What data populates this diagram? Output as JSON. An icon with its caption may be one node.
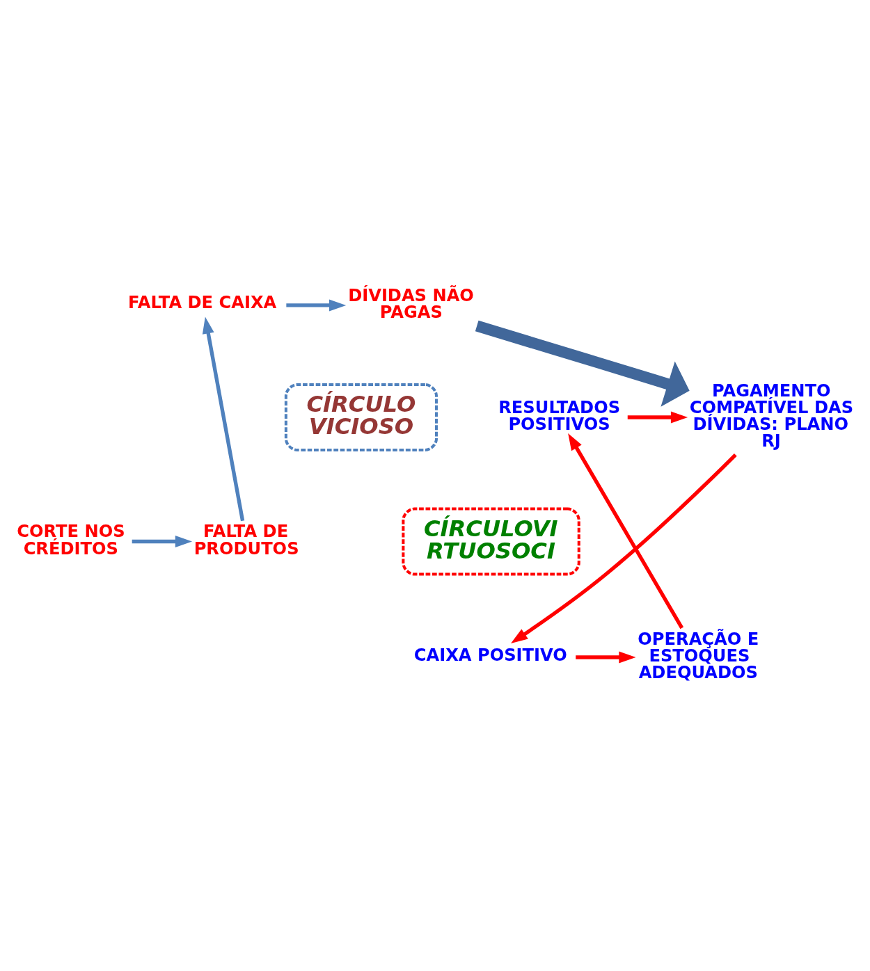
{
  "diagram": {
    "nodes": [
      {
        "text": [
          "FALTA DE CAIXA"
        ]
      },
      {
        "text": [
          "DÍVIDAS NÃO PAGAS"
        ]
      },
      {
        "text": [
          "CÍRCULO VICIOSO"
        ]
      },
      {
        "text": [
          "FALTA DE PRODUTOS"
        ]
      },
      {
        "text": [
          "CORTE NOS CRÉDITOS"
        ]
      },
      {
        "text": [
          "RESULTADOS POSITIVOS"
        ]
      },
      {
        "text": [
          "PAGAMENTO COMPATÍVEL DAS DÍVIDAS: PLANO RJ"
        ]
      },
      {
        "text": [
          "CÍRCULOVI RTUOSOCI"
        ]
      },
      {
        "text": [
          "OPERAÇÃO E ESTOQUES ADEQUADOS"
        ]
      },
      {
        "text": [
          "CAIXA POSITIVO"
        ]
      }
    ],
    "edges": [
      {
        "from": 0,
        "to": 1,
        "arrow": "to",
        "color": "#4f81bd"
      },
      {
        "from": 4,
        "to": 3,
        "arrow": "to",
        "color": "#4f81bd"
      },
      {
        "from": 3,
        "to": 0,
        "arrow": "to",
        "color": "#4f81bd"
      },
      {
        "from": 1,
        "to": 6,
        "arrow": "to",
        "style": "thick",
        "color": "#41679a"
      },
      {
        "from": 5,
        "to": 6,
        "arrow": "to",
        "color": "#ff0000"
      },
      {
        "from": 6,
        "to": 9,
        "arrow": "to",
        "color": "#ff0000"
      },
      {
        "from": 9,
        "to": 8,
        "arrow": "to",
        "color": "#ff0000"
      },
      {
        "from": 8,
        "to": 5,
        "arrow": "to",
        "color": "#ff0000"
      }
    ]
  }
}
